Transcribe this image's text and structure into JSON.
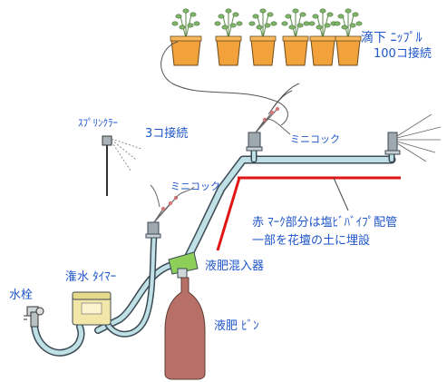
{
  "labels": {
    "drip_nipple_line1": "滴下 ﾆｯﾌﾟﾙ",
    "drip_nipple_line2": "100コ接続",
    "sprinkler": "ｽﾌﾟﾘﾝｸﾗｰ",
    "three_connect": "3コ接続",
    "mini_cock_upper": "ミニコック",
    "mini_cock_lower": "ミニコック",
    "red_note_line1": "赤 ﾏｰｸ部分は塩ﾋﾞﾊﾞｲﾌﾟ配管",
    "red_note_line2": "一部を花壇の土に埋設",
    "timer": "潅水 ﾀｲﾏｰ",
    "faucet": "水栓",
    "fertilizer_mixer": "液肥混入器",
    "fertilizer_bottle": "液肥 ﾋﾞﾝ"
  },
  "colors": {
    "label_text": "#1e55c8",
    "pipe_fill": "#bfe0e4",
    "pipe_stroke": "#3c4a55",
    "red_pipe": "#e01515",
    "pot_fill": "#f2a23a",
    "plant_leaf": "#7fb46a",
    "timer_fill": "#f2e7a8",
    "mixer_fill": "#8ecf5a",
    "bottle_fill": "#b87066"
  },
  "icons": [
    "potted-plant-icon",
    "sprinkler-icon",
    "mini-valve-icon",
    "irrigation-timer-icon",
    "water-faucet-icon",
    "fertilizer-bottle-icon"
  ]
}
